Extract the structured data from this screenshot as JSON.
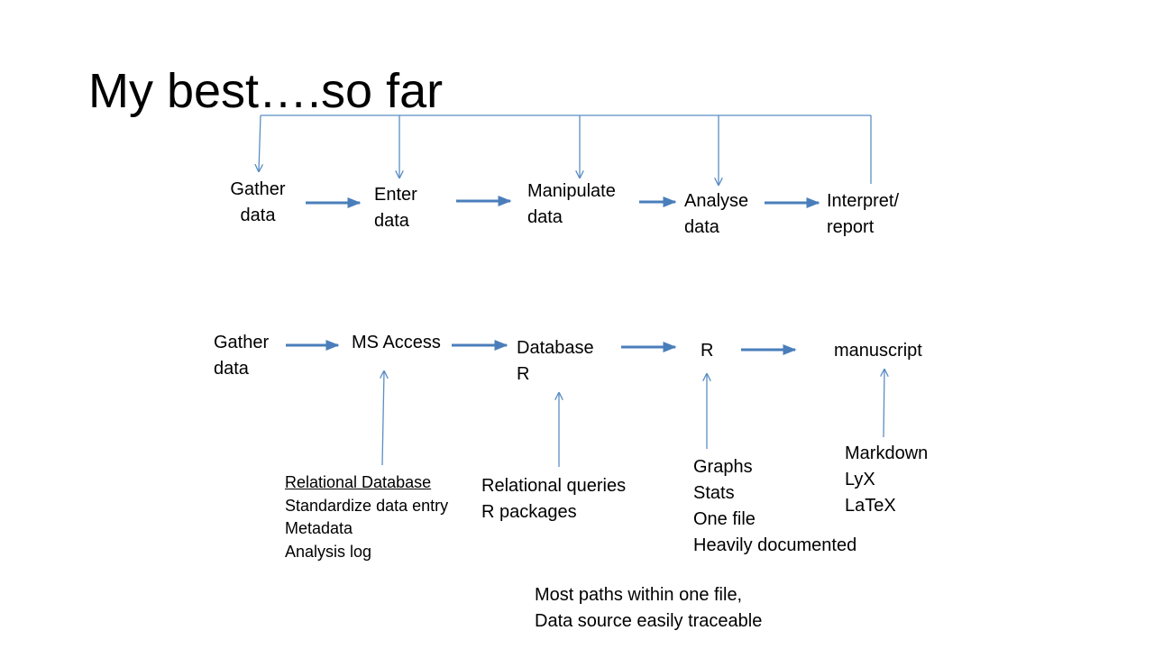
{
  "slide": {
    "title": "My best….so far"
  },
  "workflow": {
    "steps": [
      {
        "lines": [
          "Gather",
          "data"
        ]
      },
      {
        "lines": [
          "Enter",
          "data"
        ]
      },
      {
        "lines": [
          "Manipulate",
          "data"
        ]
      },
      {
        "lines": [
          "Analyse",
          "data"
        ]
      },
      {
        "lines": [
          "Interpret/",
          "report"
        ]
      }
    ]
  },
  "tools": {
    "gather": [
      "Gather",
      "data"
    ],
    "access": "MS Access",
    "database": [
      "Database",
      "R"
    ],
    "r": "R",
    "manuscript": "manuscript"
  },
  "notes": {
    "access": [
      "Relational Database",
      "Standardize data entry",
      "Metadata",
      "Analysis log"
    ],
    "database": [
      "Relational queries",
      "R packages"
    ],
    "r": [
      "Graphs",
      "Stats",
      "One file",
      "Heavily documented"
    ],
    "manuscript": [
      "Markdown",
      "LyX",
      "LaTeX"
    ]
  },
  "footer": [
    "Most paths within one file,",
    "Data source easily traceable"
  ],
  "colors": {
    "connector": "#5b8ec4",
    "arrow": "#4a7ebb",
    "text": "#000000"
  }
}
